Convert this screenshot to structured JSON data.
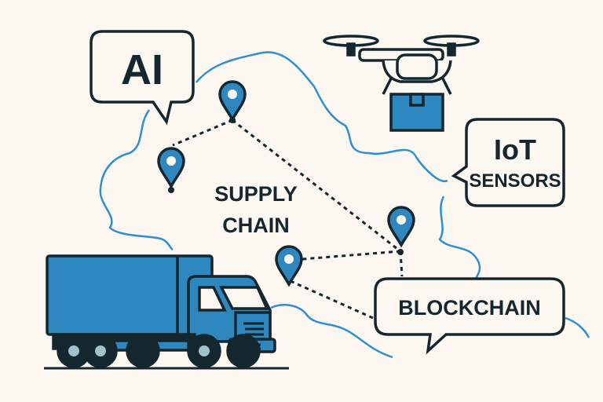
{
  "labels": {
    "ai": "AI",
    "iot_line1": "IoT",
    "iot_line2": "SENSORS",
    "supply_line1": "SUPPLY",
    "supply_line2": "CHAIN",
    "blockchain": "BLOCKCHAIN"
  },
  "colors": {
    "background": "#fcf7f0",
    "blue": "#2f87c0",
    "outline": "#14262e",
    "map_line": "#2f8fd0",
    "wheel_hub": "#9fc3cc"
  }
}
